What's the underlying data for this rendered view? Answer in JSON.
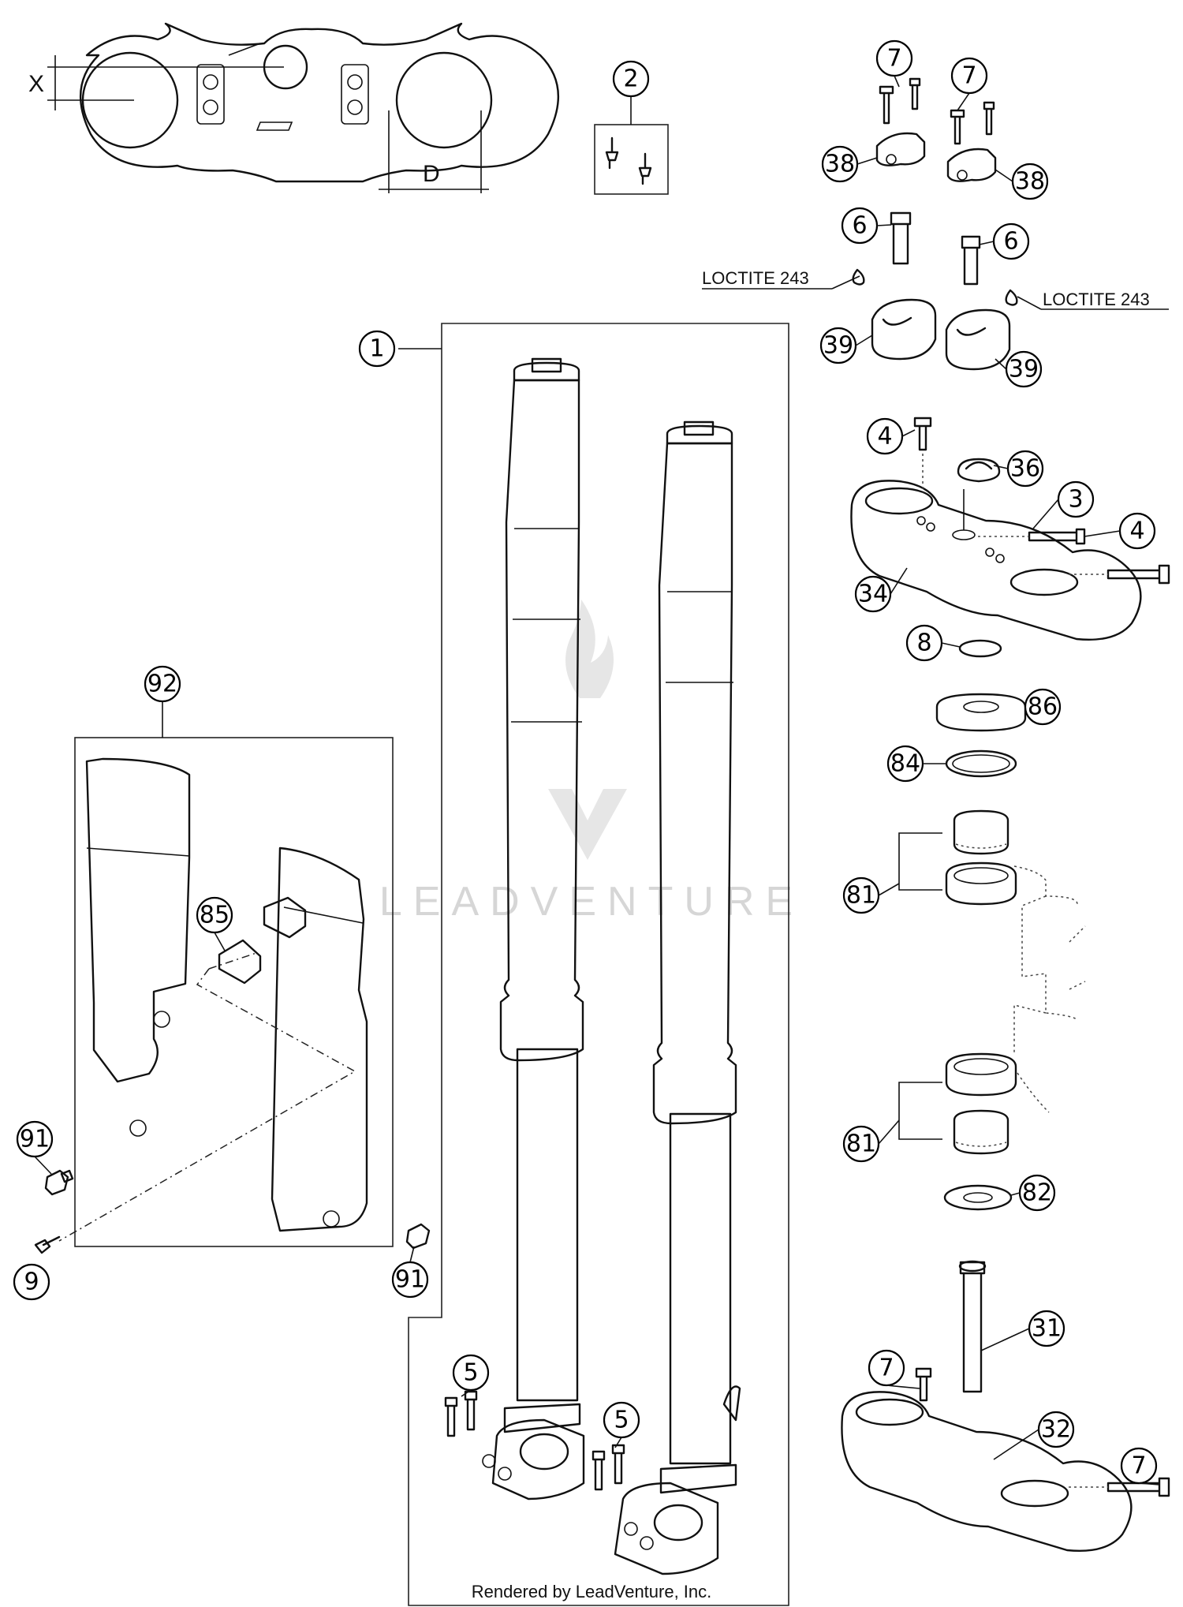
{
  "callouts": [
    {
      "id": "1",
      "label": "1"
    },
    {
      "id": "2",
      "label": "2"
    },
    {
      "id": "3",
      "label": "3"
    },
    {
      "id": "4a",
      "label": "4"
    },
    {
      "id": "4b",
      "label": "4"
    },
    {
      "id": "5a",
      "label": "5"
    },
    {
      "id": "5b",
      "label": "5"
    },
    {
      "id": "6a",
      "label": "6"
    },
    {
      "id": "6b",
      "label": "6"
    },
    {
      "id": "7a",
      "label": "7"
    },
    {
      "id": "7b",
      "label": "7"
    },
    {
      "id": "7c",
      "label": "7"
    },
    {
      "id": "7d",
      "label": "7"
    },
    {
      "id": "8",
      "label": "8"
    },
    {
      "id": "9",
      "label": "9"
    },
    {
      "id": "31",
      "label": "31"
    },
    {
      "id": "32",
      "label": "32"
    },
    {
      "id": "34",
      "label": "34"
    },
    {
      "id": "36",
      "label": "36"
    },
    {
      "id": "38a",
      "label": "38"
    },
    {
      "id": "38b",
      "label": "38"
    },
    {
      "id": "39a",
      "label": "39"
    },
    {
      "id": "39b",
      "label": "39"
    },
    {
      "id": "81a",
      "label": "81"
    },
    {
      "id": "81b",
      "label": "81"
    },
    {
      "id": "82",
      "label": "82"
    },
    {
      "id": "84",
      "label": "84"
    },
    {
      "id": "85",
      "label": "85"
    },
    {
      "id": "86",
      "label": "86"
    },
    {
      "id": "91a",
      "label": "91"
    },
    {
      "id": "91b",
      "label": "91"
    },
    {
      "id": "92",
      "label": "92"
    }
  ],
  "notes": {
    "loctite_left": "LOCTITE 243",
    "loctite_right": "LOCTITE 243",
    "dim_x": "X",
    "dim_d": "D",
    "watermark": "LEADVENTURE",
    "footer": "Rendered by LeadVenture, Inc."
  }
}
